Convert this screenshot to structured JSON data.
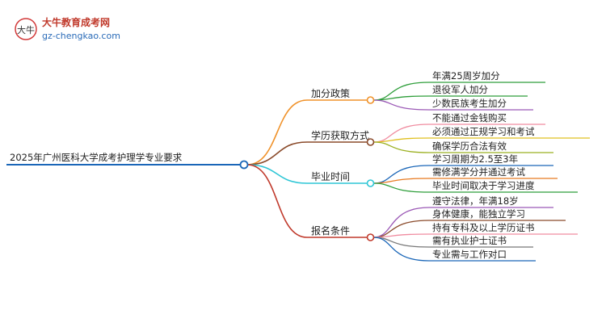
{
  "logo": {
    "mark": "大牛",
    "title": "大牛教育成考网",
    "url": "gz-chengkao.com"
  },
  "mindmap": {
    "root": "2025年广州医科大学成考护理学专业要求",
    "branches": [
      {
        "label": "加分政策",
        "color": "#f0922a",
        "children": [
          "年满25周岁加分",
          "退役军人加分",
          "少数民族考生加分"
        ],
        "child_colors": [
          "#2e9e3a",
          "#2e9e3a",
          "#9b59b6"
        ]
      },
      {
        "label": "学历获取方式",
        "color": "#8a4a2a",
        "children": [
          "不能通过金钱购买",
          "必须通过正规学习和考试",
          "确保学历合法有效"
        ],
        "child_colors": [
          "#f08ca0",
          "#e0c020",
          "#9bb020"
        ]
      },
      {
        "label": "毕业时间",
        "color": "#2ec6d6",
        "children": [
          "学习周期为2.5至3年",
          "需修满学分并通过考试",
          "毕业时间取决于学习进度"
        ],
        "child_colors": [
          "#1a66b8",
          "#e87a20",
          "#2e9e3a"
        ]
      },
      {
        "label": "报名条件",
        "color": "#c0392b",
        "children": [
          "遵守法律，年满18岁",
          "身体健康，能独立学习",
          "持有专科及以上学历证书",
          "需有执业护士证书",
          "专业需与工作对口"
        ],
        "child_colors": [
          "#9b59b6",
          "#8a4a2a",
          "#f08ca0",
          "#777777",
          "#1a66b8"
        ]
      }
    ]
  }
}
